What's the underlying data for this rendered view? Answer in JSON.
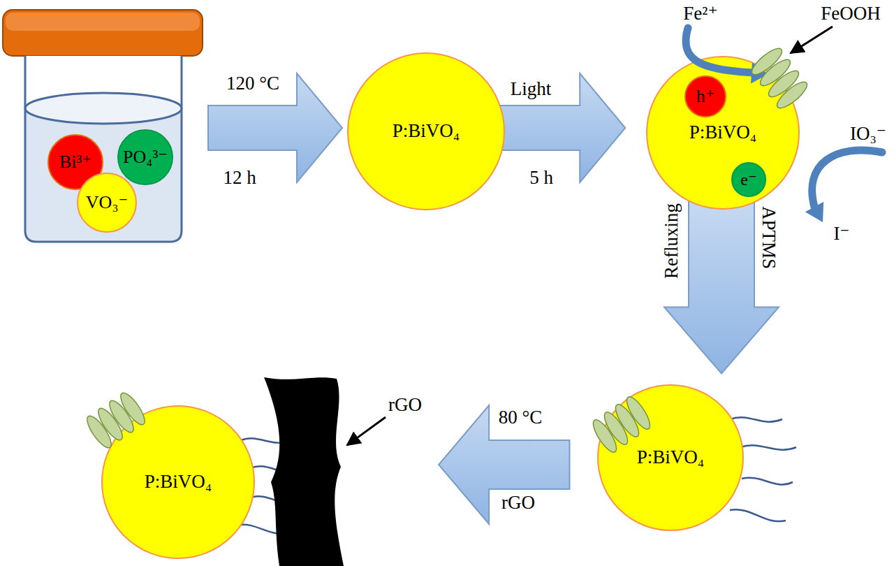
{
  "diagram": {
    "nodes": [
      {
        "text": [
          "Bi³⁺"
        ]
      },
      {
        "text": [
          "PO₄³⁻"
        ]
      },
      {
        "text": [
          "VO₃⁻"
        ]
      },
      {
        "text": [
          "P:BiVO₄"
        ]
      },
      {
        "text": [
          "P:BiVO₄"
        ]
      },
      {
        "text": [
          "h⁺"
        ],
        "in": 4
      },
      {
        "text": [
          "e⁻"
        ],
        "in": 4
      },
      {
        "text": [
          "P:BiVO₄"
        ]
      },
      {
        "text": [
          "P:BiVO₄"
        ]
      }
    ],
    "edges": [
      {
        "from": 3,
        "to": 4,
        "arrow": "to",
        "label": "Light"
      },
      {
        "from": 4,
        "to": 7,
        "arrow": "to",
        "label": "Refluxing"
      },
      {
        "from": 7,
        "to": 8,
        "arrow": "to",
        "label": "80 °C"
      }
    ],
    "labels": [
      "120 °C",
      "12 h",
      "5 h",
      "Fe²⁺",
      "FeOOH",
      "IO₃⁻",
      "I⁻",
      "APTMS",
      "rGO",
      "rGO"
    ]
  }
}
